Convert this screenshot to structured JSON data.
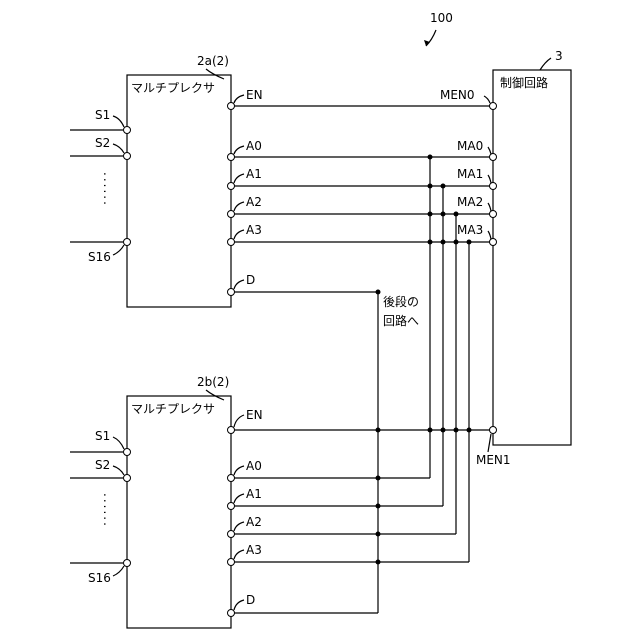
{
  "figure_number": "100",
  "mux_a": {
    "ref": "2a(2)",
    "name": "マルチプレクサ",
    "inputs": [
      "S1",
      "S2",
      "S16"
    ],
    "outputs": [
      "EN",
      "A0",
      "A1",
      "A2",
      "A3",
      "D"
    ]
  },
  "mux_b": {
    "ref": "2b(2)",
    "name": "マルチプレクサ",
    "inputs": [
      "S1",
      "S2",
      "S16"
    ],
    "outputs": [
      "EN",
      "A0",
      "A1",
      "A2",
      "A3",
      "D"
    ]
  },
  "control": {
    "ref": "3",
    "name": "制御回路",
    "pins": [
      "MEN0",
      "MA0",
      "MA1",
      "MA2",
      "MA3",
      "MEN1"
    ]
  },
  "next_stage": [
    "後段の",
    "回路へ"
  ],
  "ellipsis": "......"
}
